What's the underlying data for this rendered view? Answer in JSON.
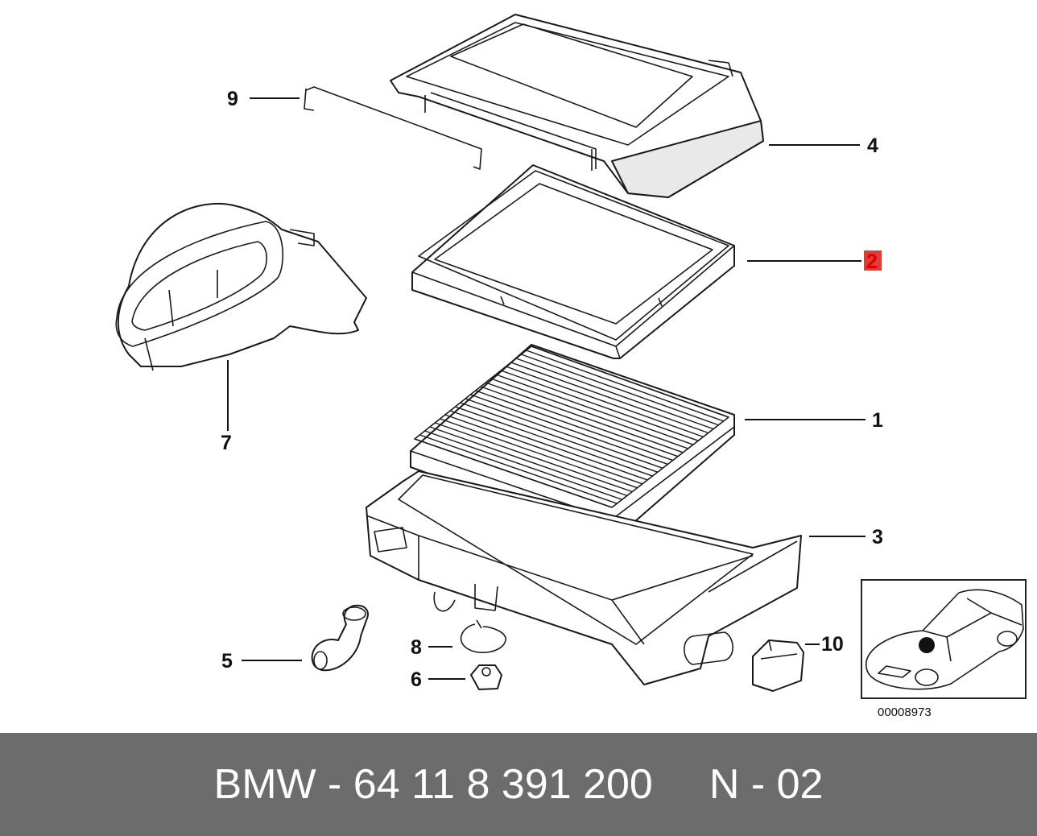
{
  "callouts": {
    "c1": "1",
    "c2": "2",
    "c3": "3",
    "c4": "4",
    "c5": "5",
    "c6": "6",
    "c7": "7",
    "c8": "8",
    "c9": "9",
    "c10": "10"
  },
  "highlight_color": "#e53935",
  "diagram_number": "00008973",
  "footer": {
    "part_label": "BMW - 64 11 8 391 200",
    "variant_label": "N - 02"
  },
  "colors": {
    "footer_bg": "#6c6c6c",
    "footer_text": "#ffffff"
  }
}
